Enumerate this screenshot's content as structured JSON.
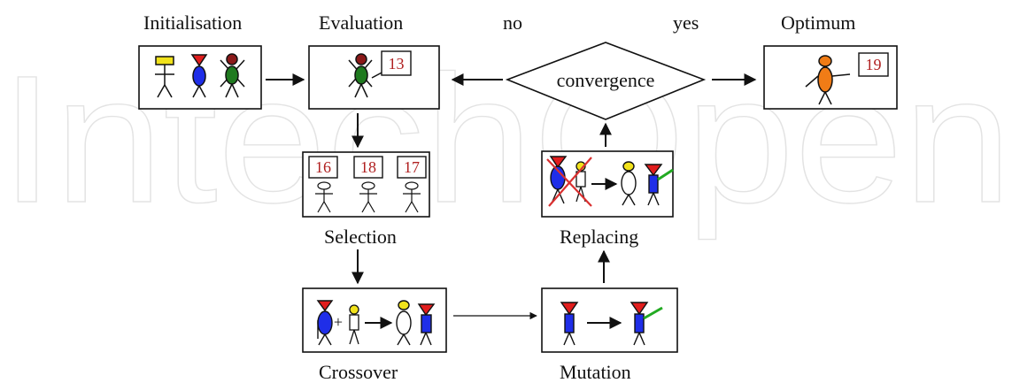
{
  "watermark": "IntechOpen",
  "labels": {
    "initialisation": "Initialisation",
    "evaluation": "Evaluation",
    "no": "no",
    "yes": "yes",
    "optimum": "Optimum",
    "convergence": "convergence",
    "selection": "Selection",
    "replacing": "Replacing",
    "crossover": "Crossover",
    "mutation": "Mutation"
  },
  "fitness": {
    "evaluation": "13",
    "optimum": "19",
    "selection": [
      "16",
      "18",
      "17"
    ]
  },
  "colors": {
    "red": "#e11d1d",
    "blue": "#1f2ee8",
    "green": "#1f7a1f",
    "yellow": "#f1e21b",
    "orange": "#f07c16",
    "cross": "#d93030",
    "score": "#b02020"
  }
}
